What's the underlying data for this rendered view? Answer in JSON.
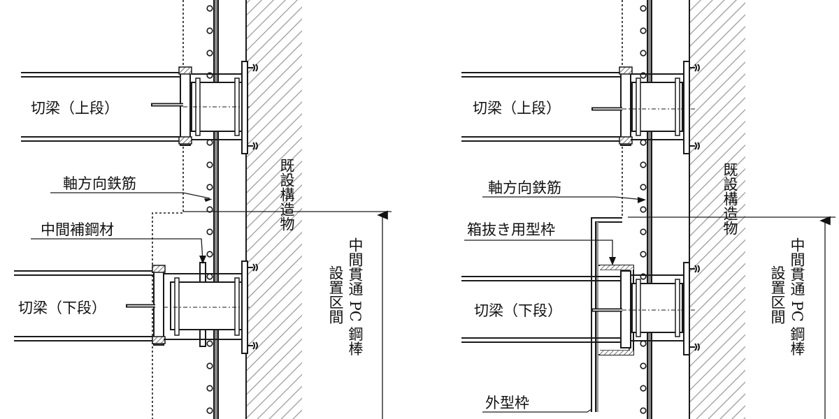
{
  "left_panel": {
    "beam_upper": "切梁（上段）",
    "beam_lower": "切梁（下段）",
    "axial_rebar": "軸方向鉄筋",
    "intermediate_steel": "中間補鋼材",
    "existing_structure": "既設構造物",
    "pc_bar_section": [
      "中間貫通 PC 鋼棒",
      "設置区間"
    ]
  },
  "right_panel": {
    "beam_upper": "切梁（上段）",
    "beam_lower": "切梁（下段）",
    "axial_rebar": "軸方向鉄筋",
    "box_formwork": "箱抜き用型枠",
    "outer_formwork": "外型枠",
    "existing_structure": "既設構造物",
    "pc_bar_section": [
      "中間貫通 PC 鋼棒",
      "設置区間"
    ]
  },
  "colors": {
    "line": "#1a1a1a",
    "hatch": "#9a9a9a",
    "rebar": "#7a7a7a"
  }
}
